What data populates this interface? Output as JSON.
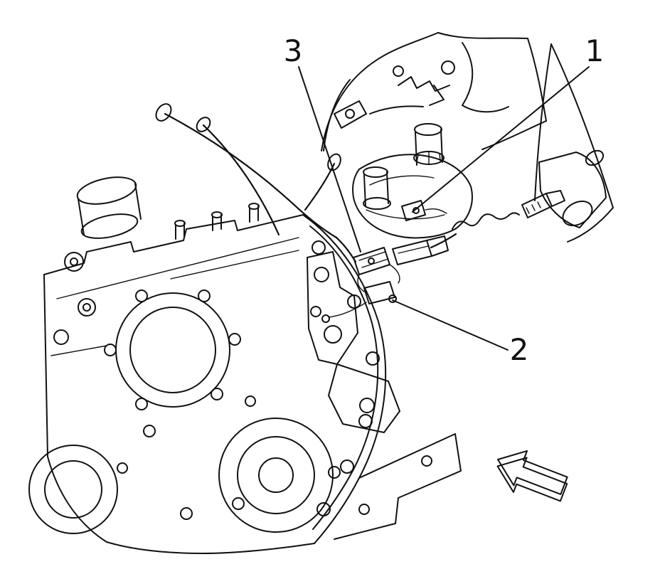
{
  "figure": {
    "callouts": [
      {
        "label": "1"
      },
      {
        "label": "2"
      },
      {
        "label": "3"
      }
    ],
    "colors": {
      "line": "#111111",
      "background": "#ffffff"
    }
  }
}
